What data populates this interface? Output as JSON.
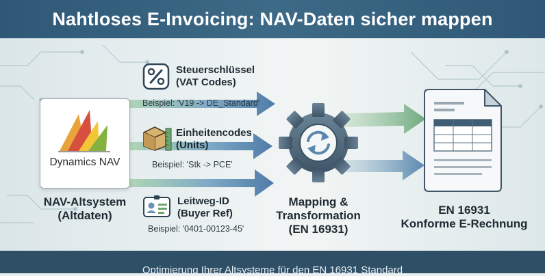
{
  "title": "Nahtloses E-Invoicing: NAV-Daten sicher mappen",
  "source": {
    "product_name": "Dynamics NAV",
    "caption_line1": "NAV-Altsystem",
    "caption_line2": "(Altdaten)"
  },
  "mappings": [
    {
      "icon": "percent-icon",
      "title": "Steuerschlüssel",
      "subtitle": "(VAT Codes)",
      "example": "Beispiel: 'V19 -> DE_Standard'"
    },
    {
      "icon": "box-ruler-icon",
      "title": "Einheitencodes",
      "subtitle": "(Units)",
      "example": "Beispiel: 'Stk -> PCE'"
    },
    {
      "icon": "id-card-icon",
      "title": "Leitweg-ID",
      "subtitle": "(Buyer Ref)",
      "example": "Beispiel: '0401-00123-45'"
    }
  ],
  "transform": {
    "icon": "gear-sync-icon",
    "caption_line1": "Mapping &",
    "caption_line2": "Transformation",
    "caption_line3": "(EN 16931)"
  },
  "target": {
    "icon": "document-invoice-icon",
    "caption_line1": "EN 16931",
    "caption_line2": "Konforme E-Rechnung"
  },
  "footer": "Optimierung Ihrer Altsysteme für den EN 16931 Standard",
  "colors": {
    "header_bg": "#35607d",
    "footer_bg": "#2f4f66",
    "arrow_blue": "#5b85ad",
    "arrow_green": "#8fbf9a",
    "gear": "#4c6578"
  }
}
